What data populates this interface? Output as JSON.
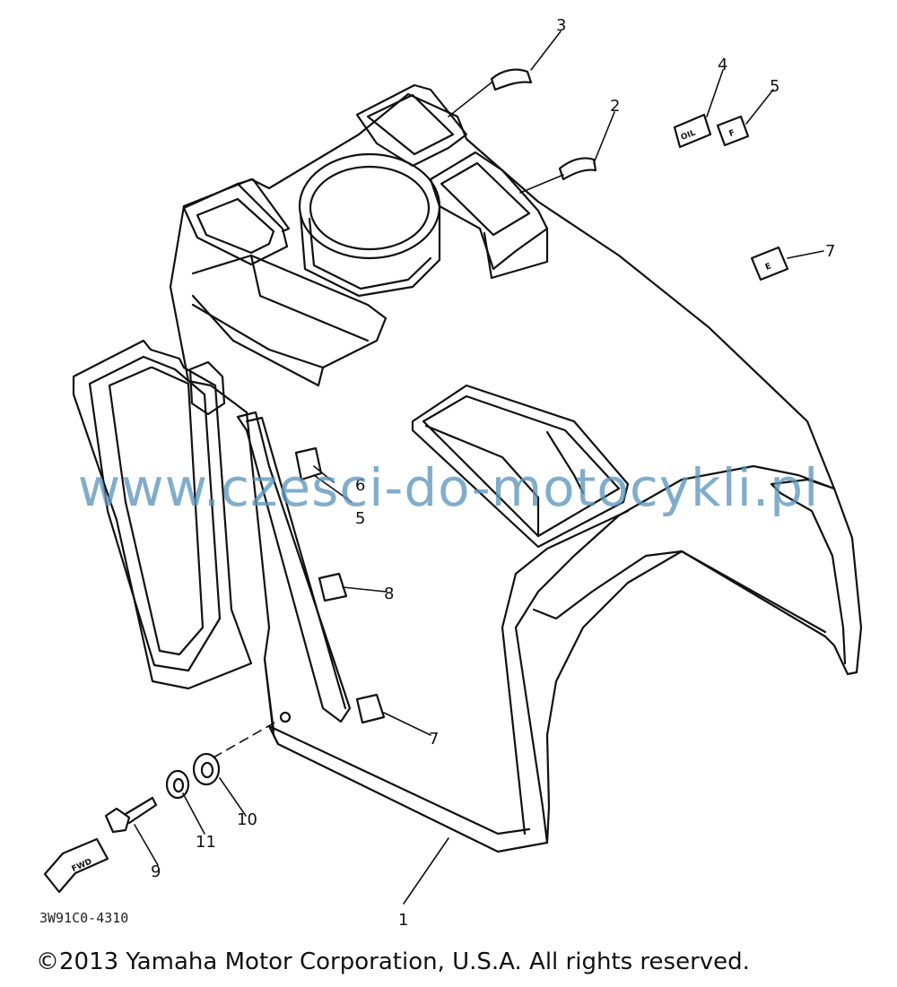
{
  "diagram": {
    "callouts": [
      {
        "id": "c1",
        "label": "1"
      },
      {
        "id": "c2",
        "label": "2"
      },
      {
        "id": "c3",
        "label": "3"
      },
      {
        "id": "c4",
        "label": "4"
      },
      {
        "id": "c5a",
        "label": "5"
      },
      {
        "id": "c5b",
        "label": "5"
      },
      {
        "id": "c6",
        "label": "6"
      },
      {
        "id": "c7a",
        "label": "7"
      },
      {
        "id": "c7b",
        "label": "7"
      },
      {
        "id": "c8",
        "label": "8"
      },
      {
        "id": "c9",
        "label": "9"
      },
      {
        "id": "c10",
        "label": "10"
      },
      {
        "id": "c11",
        "label": "11"
      }
    ],
    "stickers": {
      "oil": "OIL",
      "f": "F",
      "e_top": "E",
      "fwd": "FWD"
    },
    "part_code": "3W91C0-4310",
    "watermark": "www.czesci-do-motocykli.pl",
    "copyright": "©2013 Yamaha Motor Corporation, U.S.A. All rights reserved.",
    "colors": {
      "line": "#111111",
      "watermark": "#5c96bc"
    }
  }
}
